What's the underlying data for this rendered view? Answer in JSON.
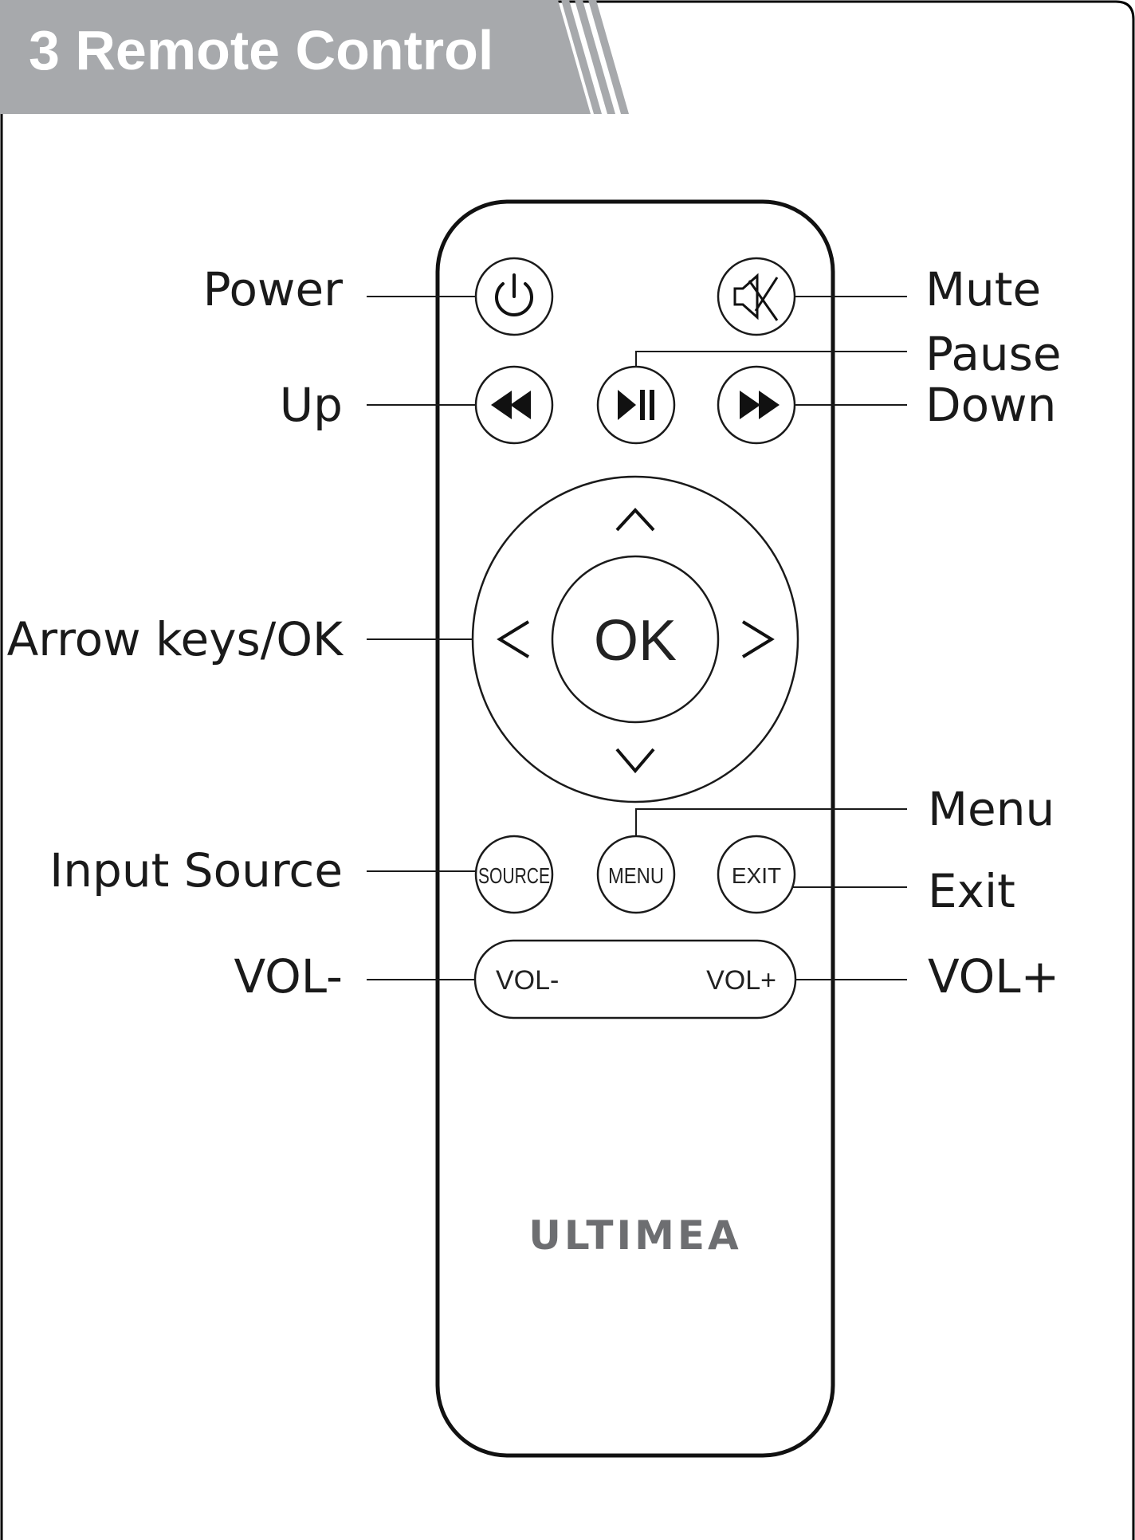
{
  "header": {
    "title": "3 Remote Control",
    "bar_color": "#a7a9ac"
  },
  "labels": {
    "power": "Power",
    "up": "Up",
    "arrow_keys_ok": "Arrow keys/OK",
    "input_source": "Input Source",
    "vol_minus": "VOL-",
    "mute": "Mute",
    "pause": "Pause",
    "down": "Down",
    "menu": "Menu",
    "exit": "Exit",
    "vol_plus": "VOL+"
  },
  "buttons": {
    "ok": "OK",
    "source": "SOURCE",
    "menu": "MENU",
    "exit": "EXIT",
    "vol_minus": "VOL-",
    "vol_plus": "VOL+"
  },
  "brand": "ULTIMEA",
  "icons": {
    "power": "power-icon",
    "mute": "mute-icon",
    "rewind": "rewind-icon",
    "play_pause": "play-pause-icon",
    "fast_forward": "fast-forward-icon",
    "arrow_up": "chevron-up-icon",
    "arrow_down": "chevron-down-icon",
    "arrow_left": "chevron-left-icon",
    "arrow_right": "chevron-right-icon"
  },
  "colors": {
    "line": "#1a1a1a",
    "brand": "#6d6e71",
    "header": "#a7a9ac"
  }
}
